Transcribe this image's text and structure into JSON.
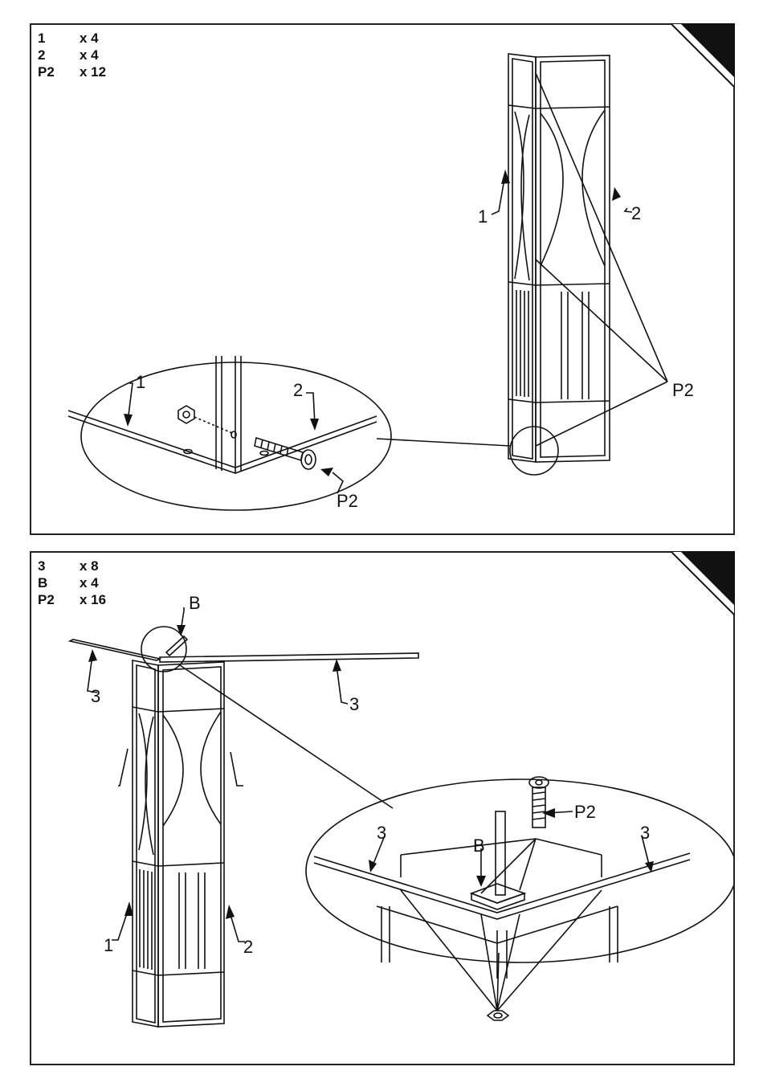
{
  "step1": {
    "parts": [
      {
        "id": "1",
        "qty": "x 4"
      },
      {
        "id": "2",
        "qty": "x 4"
      },
      {
        "id": "P2",
        "qty": "x 12"
      }
    ],
    "callouts": {
      "panel1": "1",
      "panel2": "2",
      "bolt": "P2",
      "detail_panel1": "1",
      "detail_panel2": "2",
      "detail_bolt": "P2"
    }
  },
  "step2": {
    "parts": [
      {
        "id": "3",
        "qty": "x 8"
      },
      {
        "id": "B",
        "qty": "x 4"
      },
      {
        "id": "P2",
        "qty": "x 16"
      }
    ],
    "callouts": {
      "bracket": "B",
      "beam_left": "3",
      "beam_right": "3",
      "panel1": "1",
      "panel2": "2",
      "detail_bolt": "P2",
      "detail_bracket": "B",
      "detail_beam_left": "3",
      "detail_beam_right": "3"
    }
  }
}
